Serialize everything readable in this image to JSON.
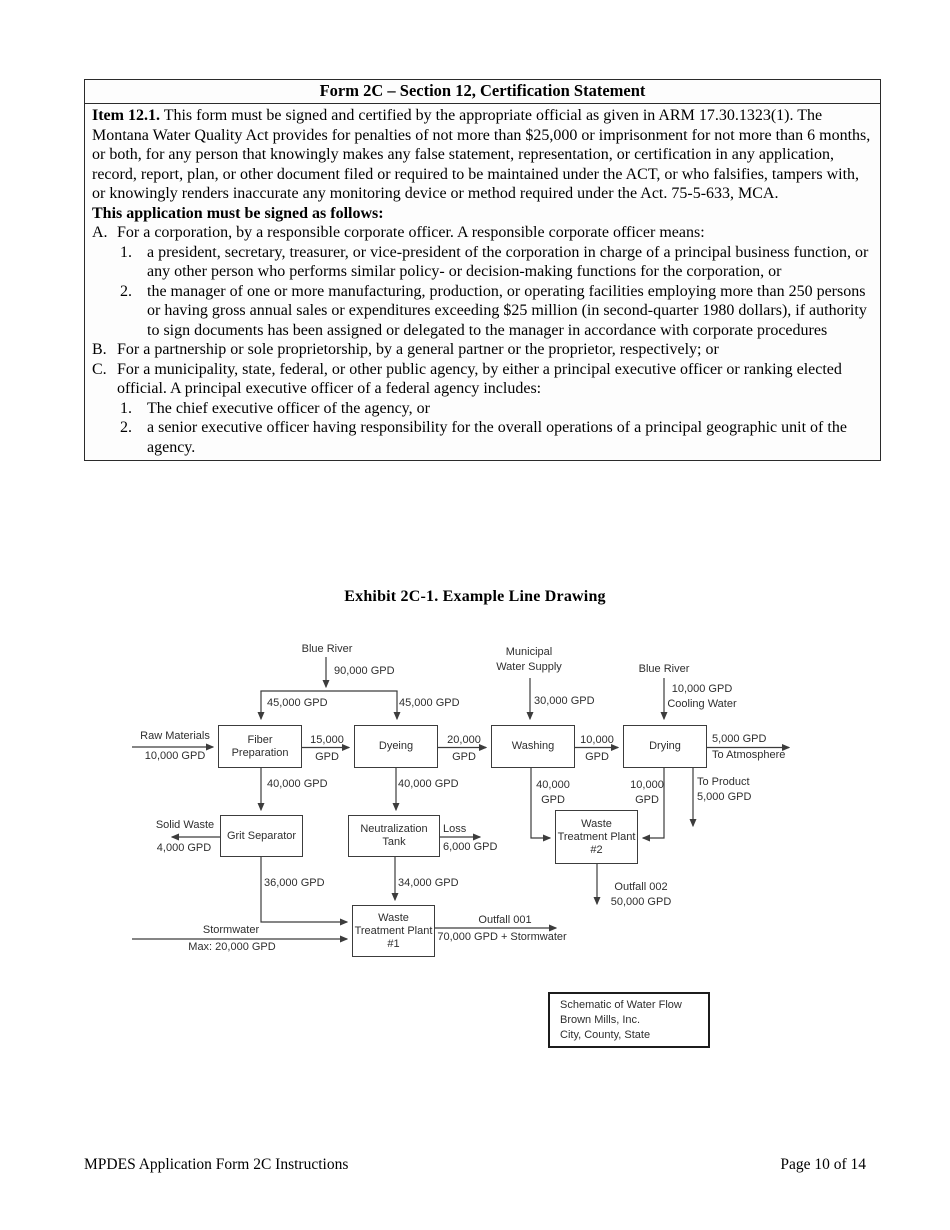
{
  "certification": {
    "title": "Form 2C – Section 12, Certification Statement",
    "item_label": "Item 12.1.",
    "item_text": " This form must be signed and certified by the appropriate official as given in ARM 17.30.1323(1). The Montana Water Quality Act provides for penalties of not more than $25,000 or imprisonment for not more than 6 months, or both, for any person that knowingly makes any false statement, representation, or certification in any application, record, report, plan, or other document filed or required to be maintained under the ACT, or who falsifies, tampers with, or knowingly renders inaccurate any monitoring device or method required under the Act. 75-5-633, MCA.",
    "signing_heading": "This application must be signed as follows:",
    "items": [
      {
        "label": "A.",
        "text": "For a corporation, by a responsible corporate officer. A responsible corporate officer means:",
        "subitems": [
          {
            "label": "1.",
            "text": "a president, secretary, treasurer, or vice-president of the corporation in charge of a principal business function, or any other person who performs similar policy- or decision-making functions for the corporation, or"
          },
          {
            "label": "2.",
            "text": "the manager of one or more manufacturing, production, or operating facilities employing more than 250 persons or having gross annual sales or expenditures exceeding $25 million (in second-quarter 1980 dollars), if authority to sign documents has been assigned or delegated to the manager in accordance with corporate procedures"
          }
        ]
      },
      {
        "label": "B.",
        "text": "For a partnership or sole proprietorship, by a general partner or the proprietor, respectively; or",
        "subitems": []
      },
      {
        "label": "C.",
        "text": "For a municipality, state, federal, or other public agency, by either a principal executive officer or ranking elected official. A principal executive officer of a federal agency includes:",
        "subitems": [
          {
            "label": "1.",
            "text": "The chief executive officer of the agency, or"
          },
          {
            "label": "2.",
            "text": "a senior executive officer having responsibility for the overall operations of a principal geographic unit of the agency."
          }
        ]
      }
    ]
  },
  "exhibit": {
    "title": "Exhibit 2C-1. Example Line Drawing",
    "nodes": {
      "fiber_preparation": "Fiber Preparation",
      "dyeing": "Dyeing",
      "washing": "Washing",
      "drying": "Drying",
      "grit_separator": "Grit Separator",
      "neutralization_tank": "Neutralization Tank",
      "wtp2": "Waste Treatment Plant #2",
      "wtp1": "Waste Treatment Plant #1"
    },
    "flows": {
      "blue_river": "Blue River",
      "gpd_90000": "90,000 GPD",
      "gpd_45000": "45,000 GPD",
      "raw_materials": "Raw Materials",
      "gpd_10000": "10,000 GPD",
      "n_15000": "15,000",
      "n_20000": "20,000",
      "n_10000": "10,000",
      "gpd_unit": "GPD",
      "gpd_5000": "5,000 GPD",
      "to_atmosphere": "To Atmosphere",
      "municipal": "Municipal\nWater Supply",
      "gpd_30000": "30,000 GPD",
      "cooling": "10,000 GPD\nCooling Water",
      "gpd_40000": "40,000 GPD",
      "washing_to_wtp2": "40,000\nGPD",
      "drying_to_wtp2": "10,000\nGPD",
      "to_product": "To Product\n5,000 GPD",
      "solid_waste": "Solid Waste",
      "gpd_4000": "4,000 GPD",
      "loss": "Loss",
      "gpd_6000": "6,000 GPD",
      "gpd_36000": "36,000 GPD",
      "gpd_34000": "34,000 GPD",
      "outfall_002": "Outfall 002\n50,000 GPD",
      "stormwater": "Stormwater",
      "stormwater_max": "Max: 20,000 GPD",
      "outfall_001": "Outfall 001",
      "outfall_001_flow": "70,000 GPD + Stormwater"
    },
    "legend": {
      "line1": "Schematic of Water Flow",
      "line2": "Brown Mills, Inc.",
      "line3": "City, County, State"
    }
  },
  "footer": {
    "left": "MPDES Application Form 2C Instructions",
    "right": "Page 10 of 14"
  }
}
